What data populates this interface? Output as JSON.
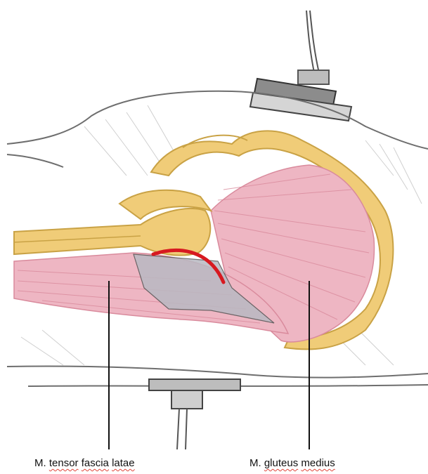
{
  "labels": {
    "tensor": {
      "prefix": "M. ",
      "words": [
        "tensor",
        "fascia",
        "latae"
      ]
    },
    "gluteus": {
      "prefix": "M. ",
      "words": [
        "gluteus",
        "medius"
      ]
    }
  },
  "colors": {
    "pencil": "#6e6e6e",
    "bone": "#f0cc78",
    "bone_outline": "#c9a245",
    "muscle": "#eeb6c3",
    "muscle_fibers": "#d98a9c",
    "incision": "#d71920",
    "pointer_line": "#111111"
  }
}
